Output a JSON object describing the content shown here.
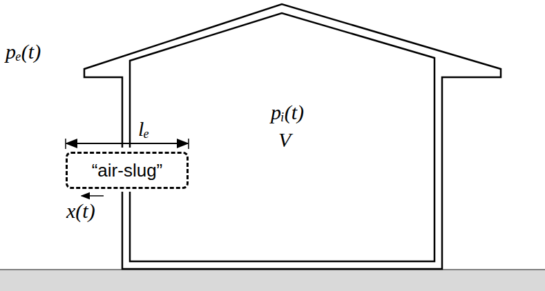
{
  "diagram": {
    "nodes": [
      {
        "text": [
          "“air-slug”"
        ]
      }
    ],
    "edges": [],
    "labels": [
      "pₑ(t)",
      "lₑ",
      "pᵢ(t)",
      "V",
      "x(t)"
    ]
  }
}
